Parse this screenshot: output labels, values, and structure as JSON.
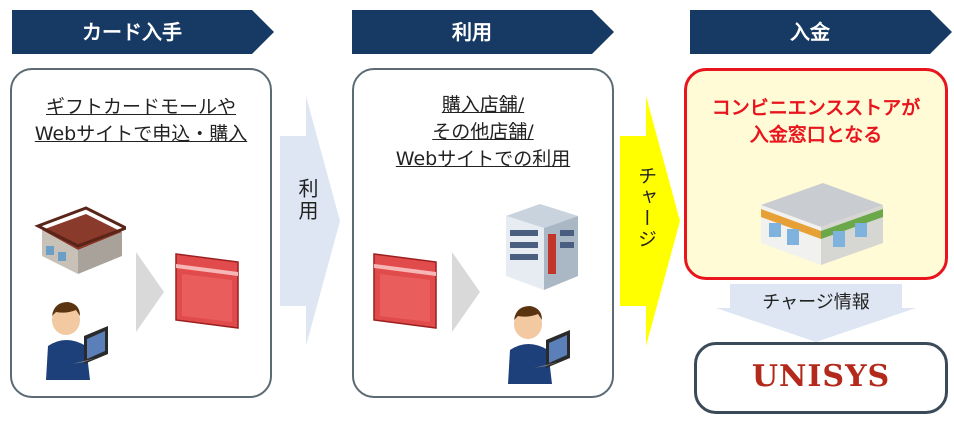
{
  "headers": {
    "step1": "カード入手",
    "step2": "利用",
    "step3": "入金"
  },
  "panel1": {
    "line1": "ギフトカードモールや",
    "line2": "Webサイトで申込・購入"
  },
  "arrow1": {
    "label": "利用"
  },
  "panel2": {
    "line1": "購入店舗/",
    "line2": "その他店舗/",
    "line3": "Webサイトでの利用"
  },
  "arrow2": {
    "label": "チャージ"
  },
  "panel3": {
    "line1": "コンビニエンスストアが",
    "line2": "入金窓口となる"
  },
  "arrow3": {
    "label": "チャージ情報"
  },
  "logo": {
    "text": "UNISYS"
  },
  "colors": {
    "header_navy": "#163a63",
    "arrow_light_blue": "#dde6f2",
    "charge_yellow": "#ffff00",
    "highlight_red": "#e8151e",
    "card_red": "#e24b4b"
  },
  "icons": [
    "store-building-icon",
    "person-laptop-icon",
    "gift-card-icon",
    "department-store-icon",
    "convenience-store-icon"
  ]
}
